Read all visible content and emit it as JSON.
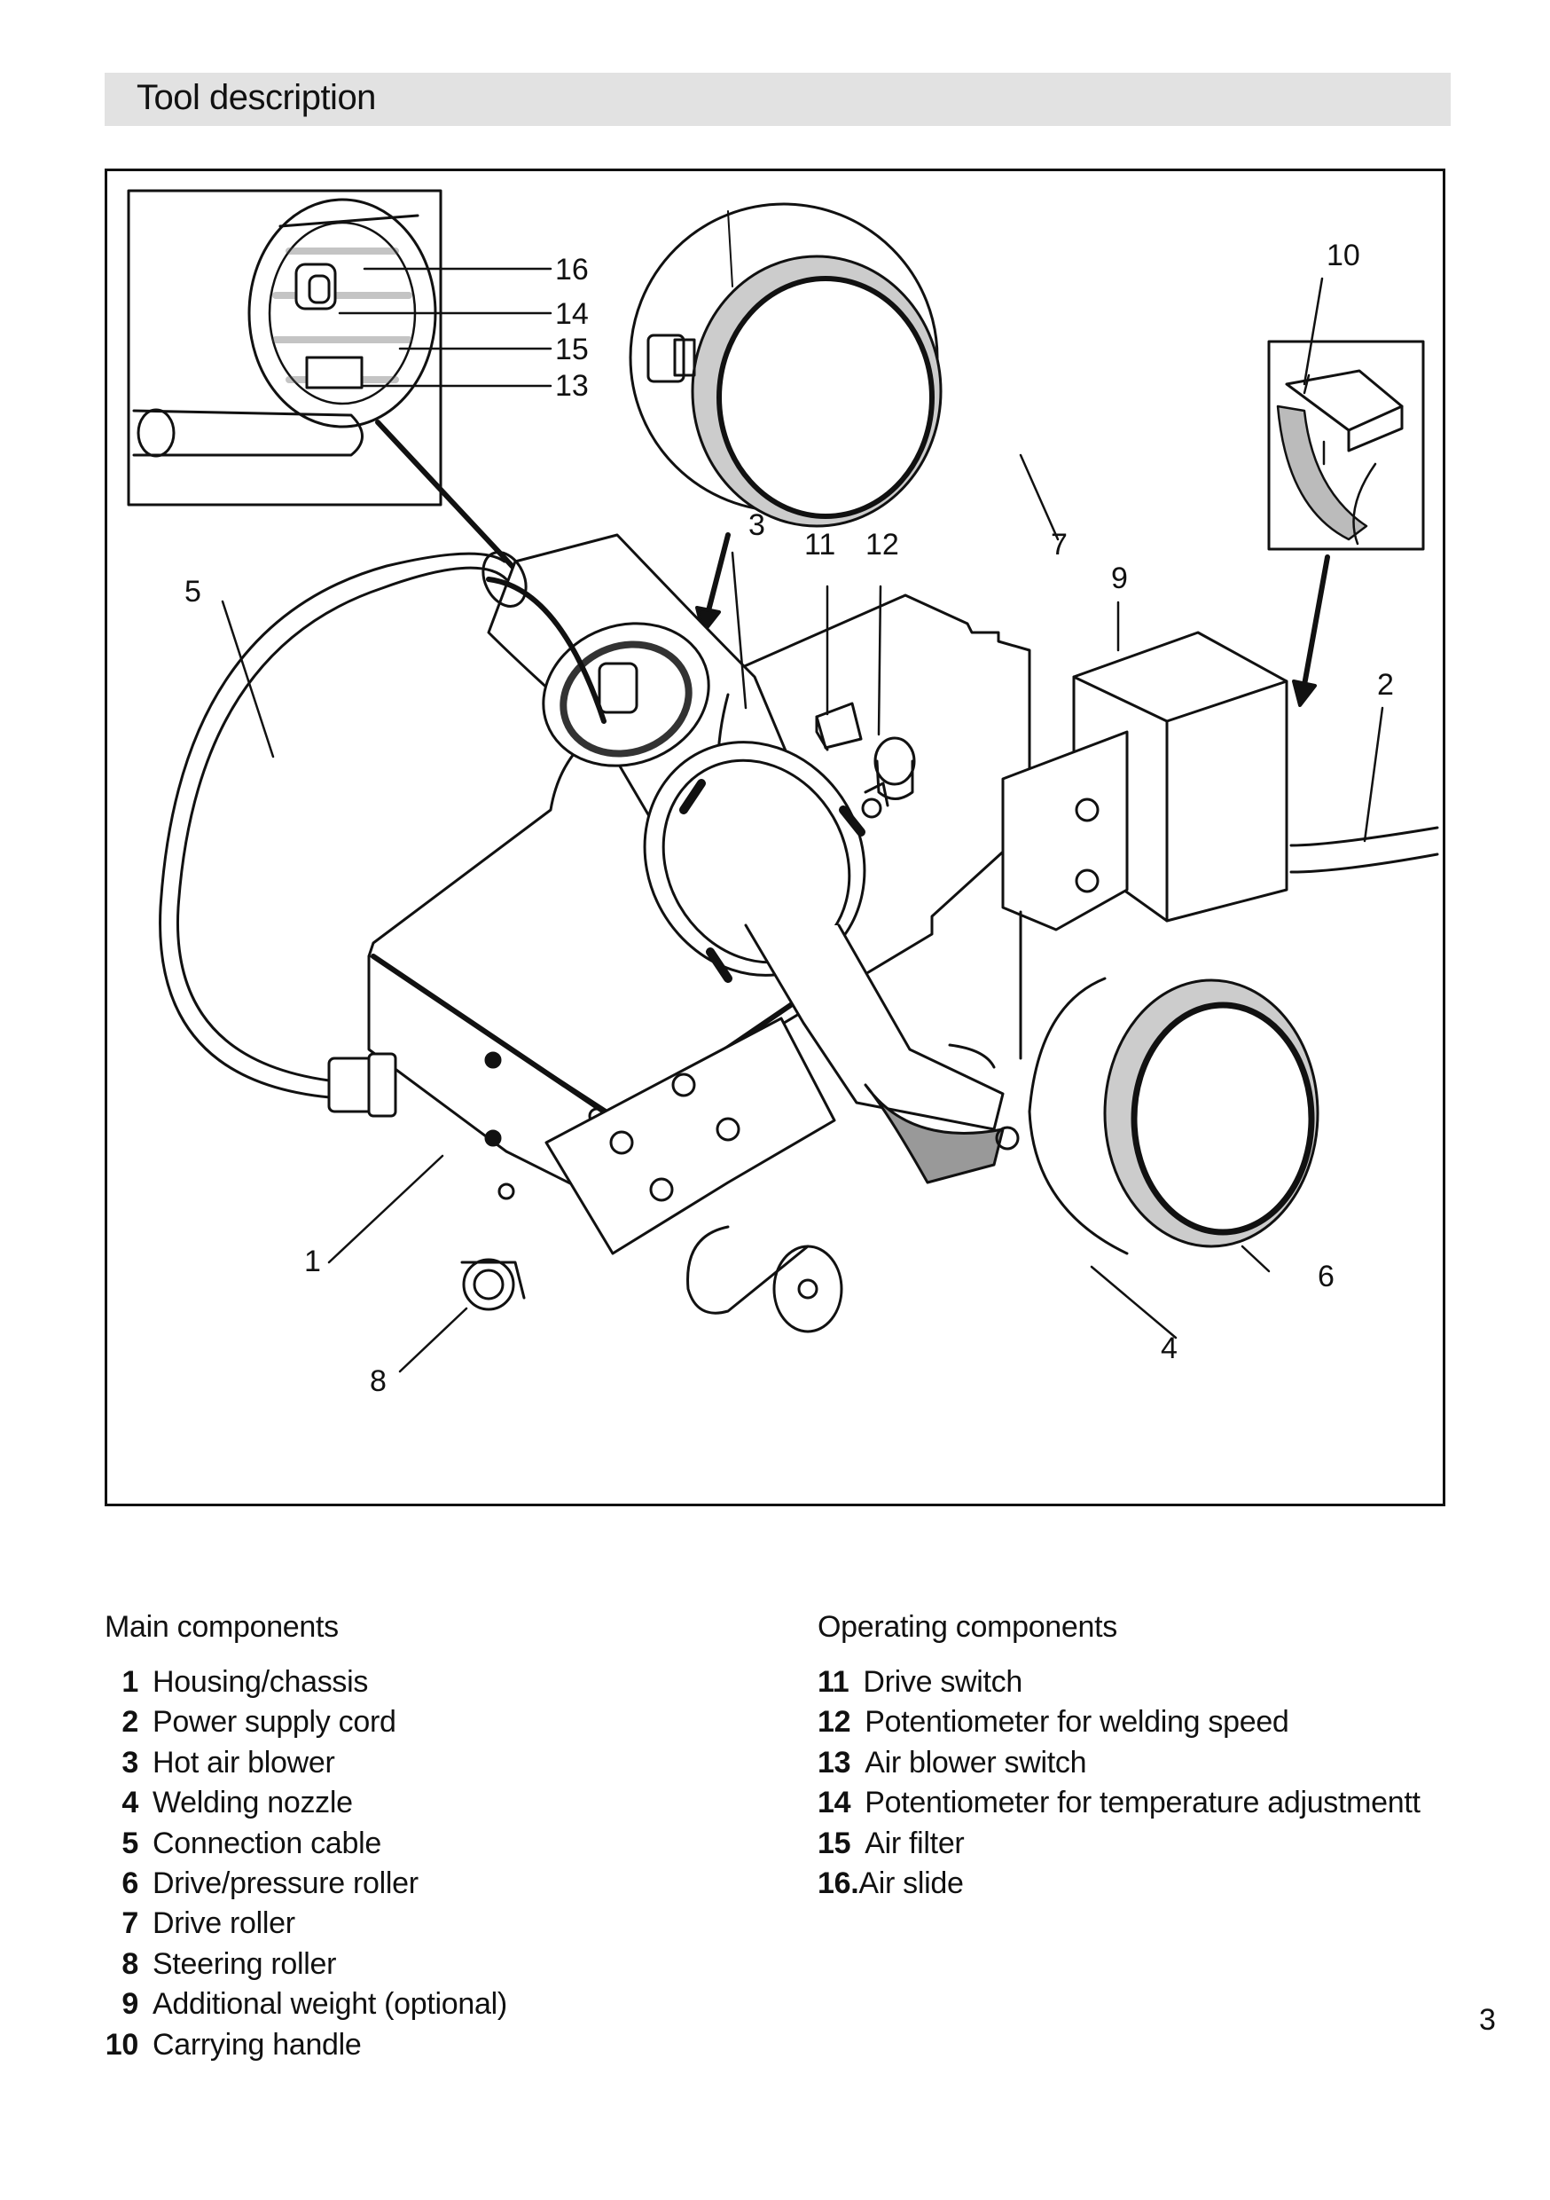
{
  "page_title": "Tool description",
  "callouts": [
    "1",
    "2",
    "3",
    "4",
    "5",
    "6",
    "7",
    "8",
    "9",
    "10",
    "11",
    "12",
    "13",
    "14",
    "15",
    "16"
  ],
  "main_components": {
    "heading": "Main components",
    "items": [
      {
        "num": "1",
        "label": "Housing/chassis"
      },
      {
        "num": "2",
        "label": "Power supply cord"
      },
      {
        "num": "3",
        "label": "Hot air blower"
      },
      {
        "num": "4",
        "label": "Welding nozzle"
      },
      {
        "num": "5",
        "label": "Connection cable"
      },
      {
        "num": "6",
        "label": "Drive/pressure roller"
      },
      {
        "num": "7",
        "label": "Drive roller"
      },
      {
        "num": "8",
        "label": "Steering roller"
      },
      {
        "num": "9",
        "label": "Additional weight (optional)"
      },
      {
        "num": "10",
        "label": "Carrying handle"
      }
    ]
  },
  "operating_components": {
    "heading": "Operating components",
    "items": [
      {
        "num": "11",
        "label": "Drive switch"
      },
      {
        "num": "12",
        "label": "Potentiometer for welding speed"
      },
      {
        "num": "13",
        "label": "Air blower switch"
      },
      {
        "num": "14",
        "label": "Potentiometer for temperature adjustmentt"
      },
      {
        "num": "15",
        "label": "Air filter"
      },
      {
        "num": "16.",
        "label": "Air slide"
      }
    ]
  },
  "page_number": "3"
}
